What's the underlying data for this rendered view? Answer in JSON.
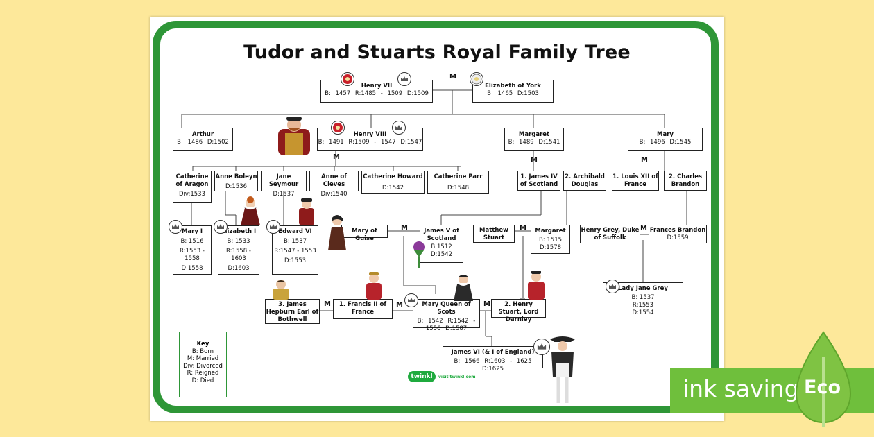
{
  "title": "Tudor and Stuarts Royal Family Tree",
  "marriage_label": "M",
  "people": {
    "henry7": {
      "name": "Henry VII",
      "line1": "B: 1457   R:1485 - 1509   D:1509"
    },
    "elizabeth_york": {
      "name": "Elizabeth of York",
      "line1": "B: 1465   D:1503"
    },
    "arthur": {
      "name": "Arthur",
      "line1": "B: 1486   D:1502"
    },
    "henry8": {
      "name": "Henry VIII",
      "line1": "B: 1491   R:1509 - 1547   D:1547"
    },
    "margaret_t": {
      "name": "Margaret",
      "line1": "B: 1489   D:1541"
    },
    "mary_t": {
      "name": "Mary",
      "line1": "B: 1496   D:1545"
    },
    "catherine_aragon": {
      "name": "Catherine of Aragon",
      "line1": "Div:1533"
    },
    "anne_boleyn": {
      "name": "Anne Boleyn",
      "line1": "D:1536"
    },
    "jane_seymour": {
      "name": "Jane Seymour",
      "line1": "D:1537"
    },
    "anne_cleves": {
      "name": "Anne of Cleves",
      "line1": "Div:1540"
    },
    "catherine_howard": {
      "name": "Catherine Howard",
      "line1": "D:1542"
    },
    "catherine_parr": {
      "name": "Catherine Parr",
      "line1": "D:1548"
    },
    "james4": {
      "name": "1. James IV of Scotland"
    },
    "archibald": {
      "name": "2. Archibald Douglas"
    },
    "louis12": {
      "name": "1. Louis XII of France"
    },
    "charles_brandon": {
      "name": "2. Charles Brandon"
    },
    "mary1": {
      "name": "Mary I",
      "line1": "B: 1516",
      "line2": "R:1553 - 1558",
      "line3": "D:1558"
    },
    "elizabeth1": {
      "name": "Elizabeth I",
      "line1": "B: 1533",
      "line2": "R:1558 - 1603",
      "line3": "D:1603"
    },
    "edward6": {
      "name": "Edward VI",
      "line1": "B: 1537",
      "line2": "R:1547 - 1553",
      "line3": "D:1553"
    },
    "mary_guise": {
      "name": "Mary of Guise"
    },
    "james5": {
      "name": "James V of Scotland",
      "line1": "B:1512",
      "line2": "D:1542"
    },
    "matthew_stuart": {
      "name": "Matthew Stuart"
    },
    "margaret_d": {
      "name": "Margaret",
      "line1": "B: 1515",
      "line2": "D:1578"
    },
    "henry_grey": {
      "name": "Henry Grey, Duke of Suffolk"
    },
    "frances_brandon": {
      "name": "Frances Brandon",
      "line1": "D:1559"
    },
    "james_hepburn": {
      "name": "3. James Hepburn Earl of Bothwell"
    },
    "francis2": {
      "name": "1. Francis II of France"
    },
    "mary_scots": {
      "name": "Mary Queen of Scots",
      "line1": "B: 1542   R:1542 -",
      "line2": "1556   D:1587"
    },
    "henry_stuart": {
      "name": "2. Henry Stuart, Lord Darnley"
    },
    "lady_jane_grey": {
      "name": "Lady Jane Grey",
      "line1": "B: 1537",
      "line2": "R:1553",
      "line3": "D:1554"
    },
    "james6": {
      "name": "James VI (& I of England)",
      "line1": "B: 1566   R:1603 - 1625   D:1625"
    }
  },
  "key": {
    "title": "Key",
    "items": [
      "B: Born",
      "M: Married",
      "Div: Divorced",
      "R: Reigned",
      "D: Died"
    ]
  },
  "branding": {
    "logo": "twinkl",
    "visit": "visit twinkl.com"
  },
  "ink_saving": {
    "text": "ink saving",
    "badge": "Eco"
  },
  "colors": {
    "background": "#fde89a",
    "frame": "#2e9637",
    "ink_green": "#6fbf3c"
  }
}
